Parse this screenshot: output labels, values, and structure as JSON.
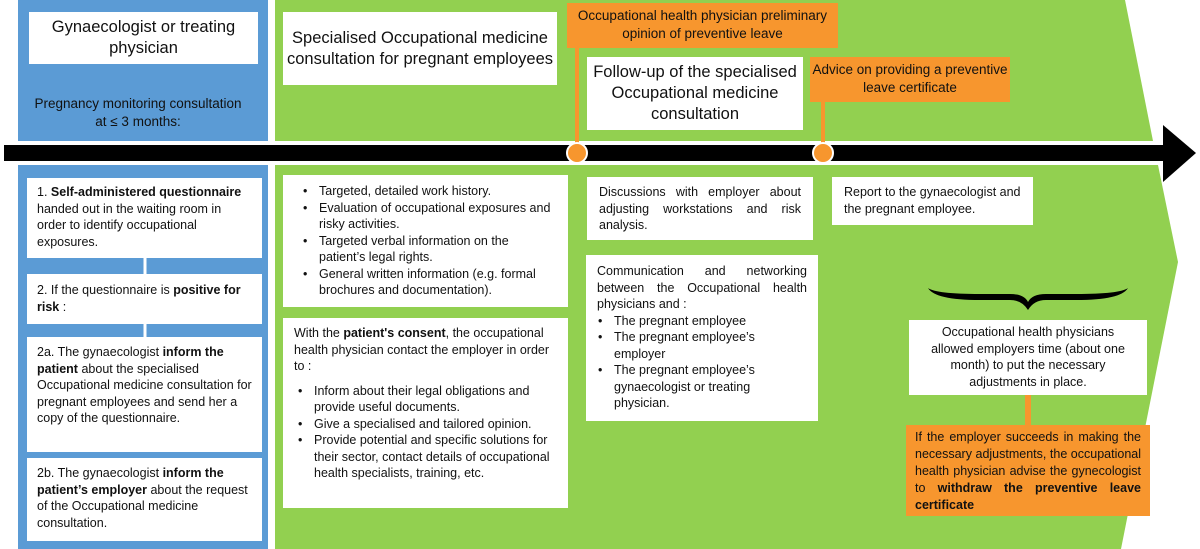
{
  "left": {
    "title": "Gynaecologist or treating physician",
    "subtitle": "Pregnancy monitoring consultation at ≤ 3 months:",
    "step1": {
      "num": "1. ",
      "bold": "Self-administered questionnaire",
      "rest": " handed out in the waiting room in order to identify occupational exposures."
    },
    "step2": {
      "pre": "2. If the questionnaire is ",
      "bold": "positive for risk",
      "rest": " :"
    },
    "step2a": {
      "pre": "2a. The gynaecologist ",
      "bold": "inform the patient",
      "rest": " about the specialised Occupational medicine consultation for pregnant employees and send her a copy of the questionnaire."
    },
    "step2b": {
      "pre": "2b. The gynaecologist ",
      "bold": "inform the patient’s employer",
      "rest": " about the request of the Occupational medicine consultation."
    }
  },
  "middle": {
    "title": "Specialised Occupational medicine consultation for pregnant employees",
    "bullets": [
      "Targeted, detailed work history.",
      "Evaluation of occupational exposures and risky activities.",
      "Targeted verbal information on the patient’s legal rights.",
      "General written information (e.g. formal brochures and documentation)."
    ],
    "consent": {
      "pre": "With the ",
      "bold": "patient's consent",
      "rest": ", the occupational health physician contact the employer in order to :"
    },
    "consent_bullets": [
      "Inform about their legal obligations and provide useful documents.",
      "Give a specialised and tailored opinion.",
      "Provide potential and specific solutions for their sector, contact details of occupational health specialists, training, etc."
    ]
  },
  "followup": {
    "milestone1": "Occupational health physician preliminary opinion of preventive leave",
    "title": "Follow-up of the specialised Occupational medicine consultation",
    "milestone2": "Advice on providing a preventive leave certificate",
    "discussions": "Discussions with employer about adjusting workstations and risk analysis.",
    "communication": "Communication and networking between the Occupational health physicians and :",
    "communication_bullets": [
      "The pregnant employee",
      "The pregnant employee’s employer",
      "The pregnant employee’s gynaecologist or treating physician."
    ],
    "report": "Report to the gynaecologist and the pregnant employee.",
    "time_allowed": "Occupational health physicians allowed employers time (about one month) to put the necessary adjustments in place.",
    "outcome": {
      "pre": "If the employer succeeds in making the necessary adjustments, the occupational health physician advise the gynecologist to ",
      "bold": "withdraw the preventive leave certificate"
    }
  },
  "colors": {
    "blue": "#5b9bd5",
    "green": "#92d050",
    "orange": "#f7962e",
    "arrow": "#000000"
  }
}
